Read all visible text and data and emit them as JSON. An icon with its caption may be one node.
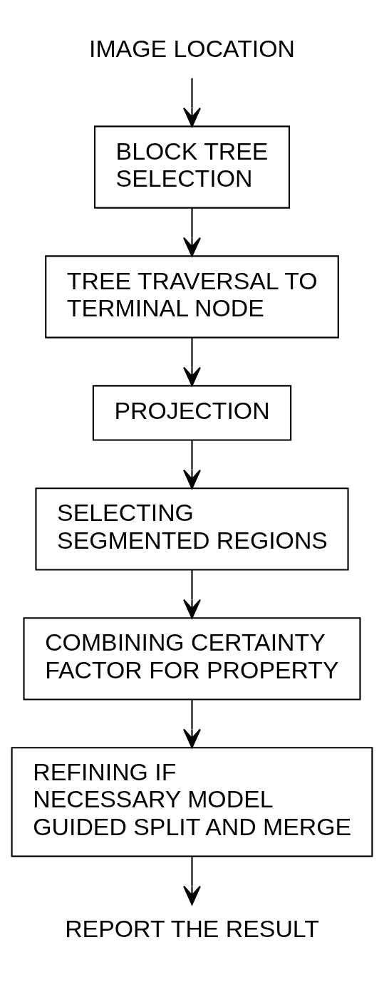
{
  "diagram": {
    "nodes": [
      {
        "text": [
          "IMAGE LOCATION"
        ]
      },
      {
        "text": [
          "BLOCK TREE SELECTION"
        ]
      },
      {
        "text": [
          "TREE TRAVERSAL TO TERMINAL NODE"
        ]
      },
      {
        "text": [
          "PROJECTION"
        ]
      },
      {
        "text": [
          "SELECTING SEGMENTED REGIONS"
        ]
      },
      {
        "text": [
          "COMBINING CERTAINTY FACTOR FOR PROPERTY"
        ]
      },
      {
        "text": [
          "REFINING IF NECESSARY MODEL GUIDED SPLIT AND MERGE"
        ]
      },
      {
        "text": [
          "REPORT THE RESULT"
        ]
      }
    ],
    "edges": [
      {
        "from": 0,
        "to": 1,
        "arrow": "to"
      },
      {
        "from": 1,
        "to": 2,
        "arrow": "to"
      },
      {
        "from": 2,
        "to": 3,
        "arrow": "to"
      },
      {
        "from": 3,
        "to": 4,
        "arrow": "to"
      },
      {
        "from": 4,
        "to": 5,
        "arrow": "to"
      },
      {
        "from": 5,
        "to": 6,
        "arrow": "to"
      },
      {
        "from": 6,
        "to": 7,
        "arrow": "to"
      }
    ]
  }
}
